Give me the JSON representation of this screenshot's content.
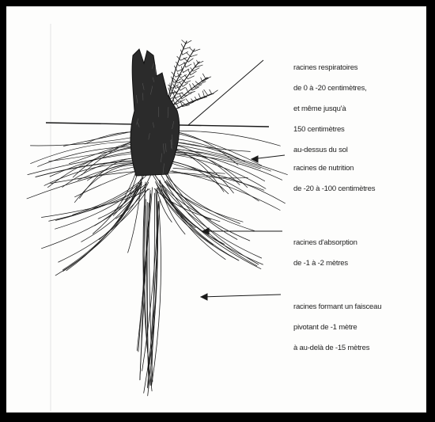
{
  "labels": {
    "respiratory": [
      "racines respiratoires",
      "de 0 à -20 centimètres,",
      "et même jusqu'à",
      "150 centimètres",
      "au-dessus du sol"
    ],
    "nutrition": [
      "racines de nutrition",
      "de -20 à -100 centimètres"
    ],
    "absorption": [
      "racines d'absorption",
      "de -1 à -2 mètres"
    ],
    "taproot": [
      "racines formant un faisceau",
      "pivotant de -1 mètre",
      "à au-delà de -15 mètres"
    ]
  },
  "colors": {
    "ink": "#1a1a1a",
    "frame": "#000000",
    "paper": "#fdfdfc"
  }
}
